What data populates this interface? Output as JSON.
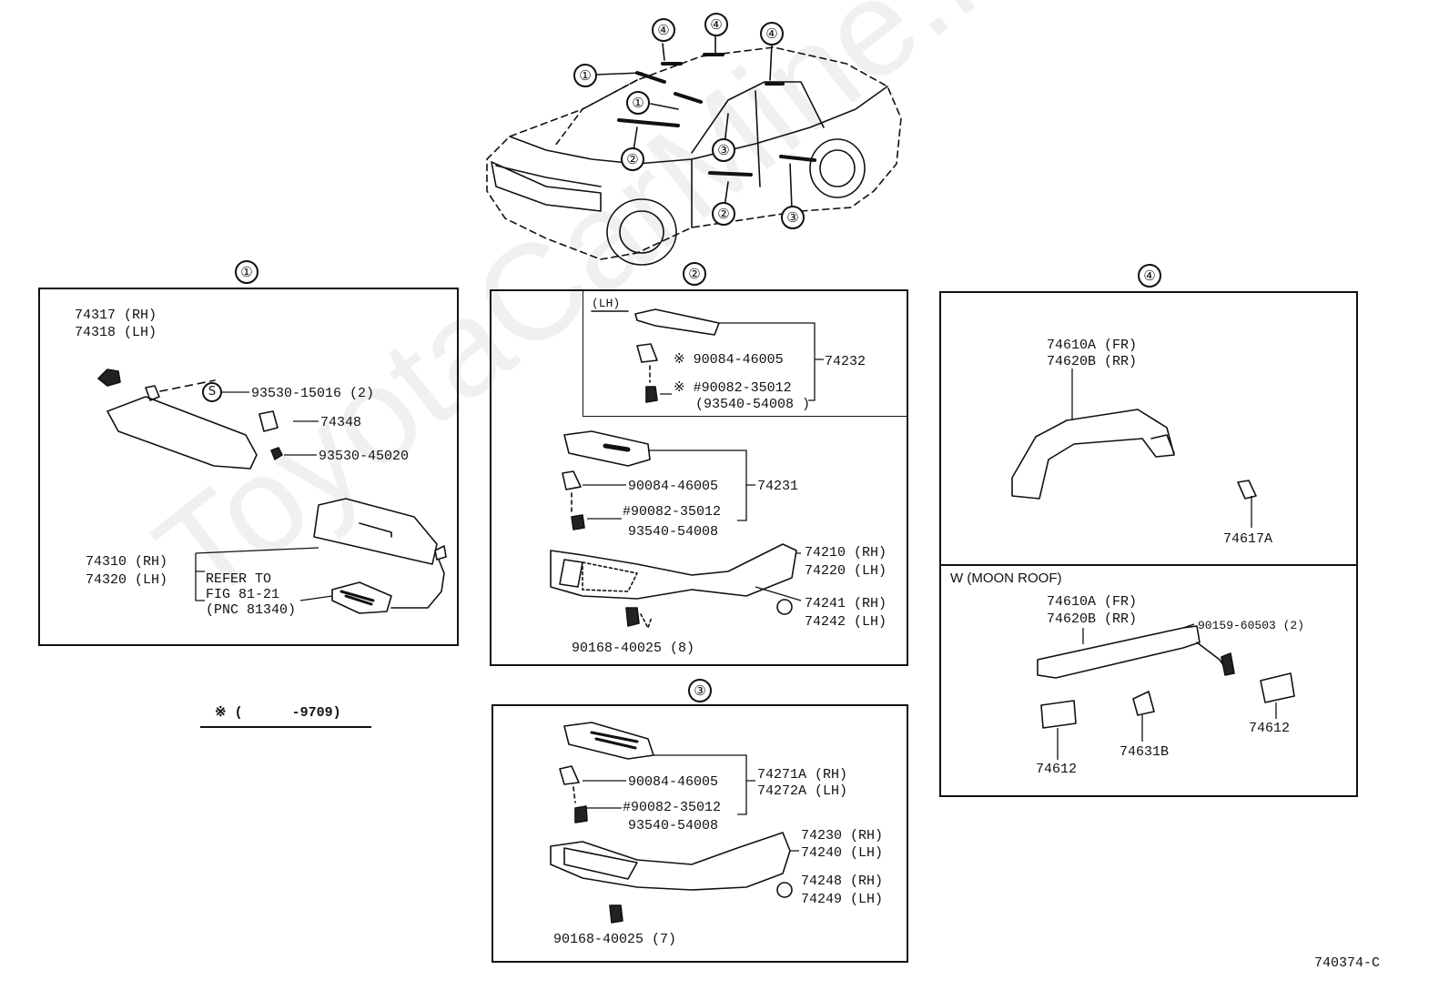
{
  "watermark": "ToyotaCarMine.ru",
  "figure_code": "740374-C",
  "legend_note": "※ (      -9709)",
  "car_callouts": [
    "④",
    "④",
    "④",
    "①",
    "①",
    "②",
    "③",
    "②",
    "③"
  ],
  "sections": {
    "s1": {
      "marker": "①",
      "labels": {
        "p74317": "74317 (RH)",
        "p74318": "74318 (LH)",
        "s_mark": "S",
        "p93530a": "93530-15016 (2)",
        "p74348": "74348",
        "p93530b": "93530-45020",
        "p74310": "74310 (RH)",
        "p74320": "74320 (LH)",
        "refer1": "REFER TO",
        "refer2": "FIG 81-21",
        "refer3": "(PNC 81340)"
      }
    },
    "s2": {
      "marker": "②",
      "labels": {
        "lh": "(LH)",
        "a1": "※ 90084-46005",
        "a2": "74232",
        "a3": "※ #90082-35012",
        "a4": "(93540-54008 )",
        "b1": "90084-46005",
        "b2": "74231",
        "b3": "#90082-35012",
        "b4": "93540-54008",
        "c1": "74210 (RH)",
        "c2": "74220 (LH)",
        "c3": "74241 (RH)",
        "c4": "74242 (LH)",
        "c5": "90168-40025 (8)"
      }
    },
    "s3": {
      "marker": "③",
      "labels": {
        "a1": "90084-46005",
        "a2": "74271A (RH)",
        "a3": "74272A (LH)",
        "a4": "#90082-35012",
        "a5": "93540-54008",
        "b1": "74230 (RH)",
        "b2": "74240 (LH)",
        "b3": "74248 (RH)",
        "b4": "74249 (LH)",
        "b5": "90168-40025 (7)"
      }
    },
    "s4": {
      "marker": "④",
      "labels": {
        "a1": "74610A (FR)",
        "a2": "74620B (RR)",
        "a3": "74617A",
        "moon": "W (MOON ROOF)",
        "b1": "74610A (FR)",
        "b2": "74620B (RR)",
        "b3": "90159-60503 (2)",
        "b4": "74612",
        "b5": "74631B",
        "b6": "74612"
      }
    }
  }
}
